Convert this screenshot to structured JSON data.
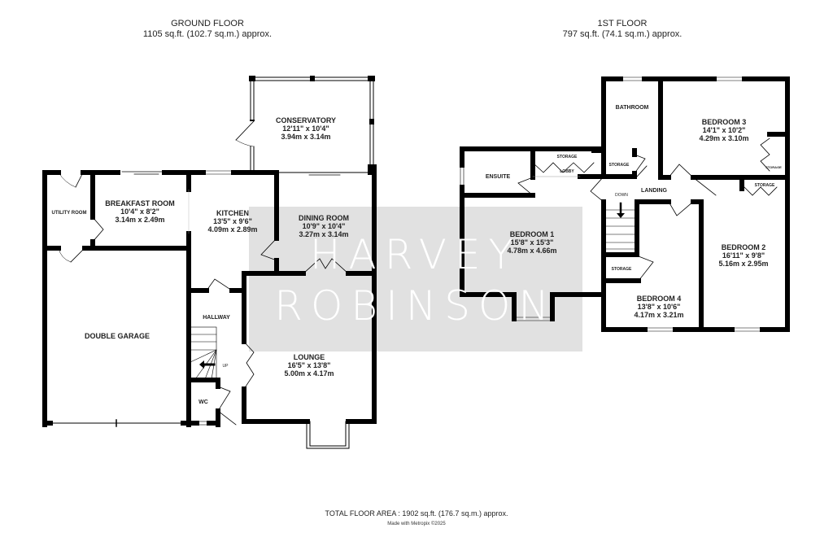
{
  "ground_floor": {
    "title": "GROUND FLOOR",
    "area": "1105 sq.ft. (102.7 sq.m.) approx.",
    "rooms": {
      "conservatory": {
        "name": "CONSERVATORY",
        "imperial": "12'11\"  x 10'4\"",
        "metric": "3.94m  x 3.14m"
      },
      "breakfast_room": {
        "name": "BREAKFAST ROOM",
        "imperial": "10'4\"  x 8'2\"",
        "metric": "3.14m  x 2.49m"
      },
      "kitchen": {
        "name": "KITCHEN",
        "imperial": "13'5\"  x 9'6\"",
        "metric": "4.09m  x 2.89m"
      },
      "dining_room": {
        "name": "DINING ROOM",
        "imperial": "10'9\"  x 10'4\"",
        "metric": "3.27m  x 3.14m"
      },
      "utility_room": {
        "name": "UTILITY ROOM"
      },
      "double_garage": {
        "name": "DOUBLE GARAGE"
      },
      "hallway": {
        "name": "HALLWAY"
      },
      "wc": {
        "name": "WC"
      },
      "stairs_up": {
        "name": "UP"
      },
      "lounge": {
        "name": "LOUNGE",
        "imperial": "16'5\"  x 13'8\"",
        "metric": "5.00m  x 4.17m"
      }
    }
  },
  "first_floor": {
    "title": "1ST FLOOR",
    "area": "797 sq.ft. (74.1 sq.m.) approx.",
    "rooms": {
      "bathroom": {
        "name": "BATHROOM"
      },
      "bedroom_3": {
        "name": "BEDROOM 3",
        "imperial": "14'1\"  x 10'2\"",
        "metric": "4.29m  x 3.10m"
      },
      "ensuite": {
        "name": "ENSUITE"
      },
      "storage_lobby": {
        "name": "STORAGE"
      },
      "lobby": {
        "name": "LOBBY"
      },
      "storage_landing": {
        "name": "STORAGE"
      },
      "storage_bed3": {
        "name": "STORAGE"
      },
      "storage_bed2": {
        "name": "STORAGE"
      },
      "landing": {
        "name": "LANDING"
      },
      "stairs_down": {
        "name": "DOWN"
      },
      "bedroom_1": {
        "name": "BEDROOM 1",
        "imperial": "15'8\"  x 15'3\"",
        "metric": "4.78m  x 4.66m"
      },
      "storage_bed4": {
        "name": "STORAGE"
      },
      "bedroom_4": {
        "name": "BEDROOM 4",
        "imperial": "13'8\"  x 10'6\"",
        "metric": "4.17m  x 3.21m"
      },
      "bedroom_2": {
        "name": "BEDROOM 2",
        "imperial": "16'11\"  x 9'8\"",
        "metric": "5.16m  x 2.95m"
      }
    }
  },
  "watermark": {
    "line1": "HARVEY",
    "line2": "ROBINSON"
  },
  "footer": {
    "total_area": "TOTAL FLOOR AREA : 1902 sq.ft. (176.7 sq.m.) approx.",
    "made_with": "Made with Metropix ©2025"
  },
  "colors": {
    "wall": "#000000",
    "watermark_bg": "#c8c8c8",
    "text": "#222222"
  }
}
